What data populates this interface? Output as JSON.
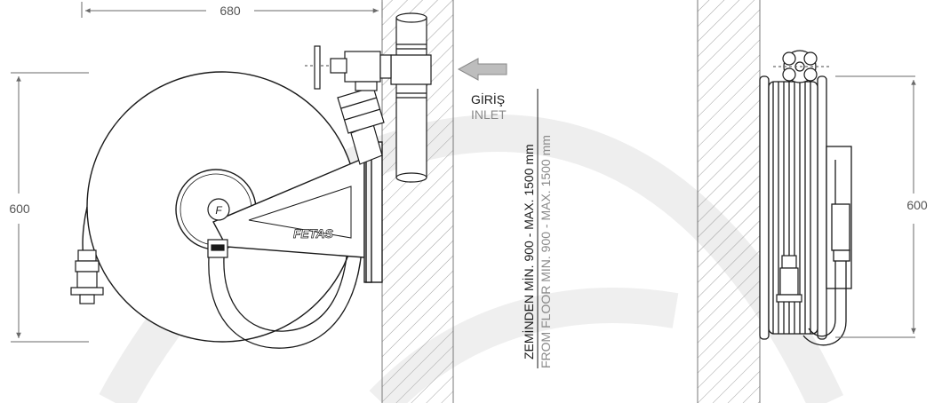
{
  "dimensions": {
    "width_label": "680",
    "height_left_label": "600",
    "height_right_label": "600"
  },
  "inlet": {
    "label_tr": "GİRİŞ",
    "label_en": "INLET"
  },
  "mounting_height": {
    "text_tr": "ZEMİNDEN MİN. 900 - MAX. 1500 mm",
    "text_en": "FROM FLOOR MIN. 900 - MAX. 1500 mm"
  },
  "brand": {
    "logo_text": "FETAS"
  },
  "colors": {
    "line": "#1a1a1a",
    "dim_line": "#6a6a6a",
    "arrow_fill": "#bdbdbd",
    "hatch": "#9a9a9a",
    "watermark": "#eeeeee"
  }
}
